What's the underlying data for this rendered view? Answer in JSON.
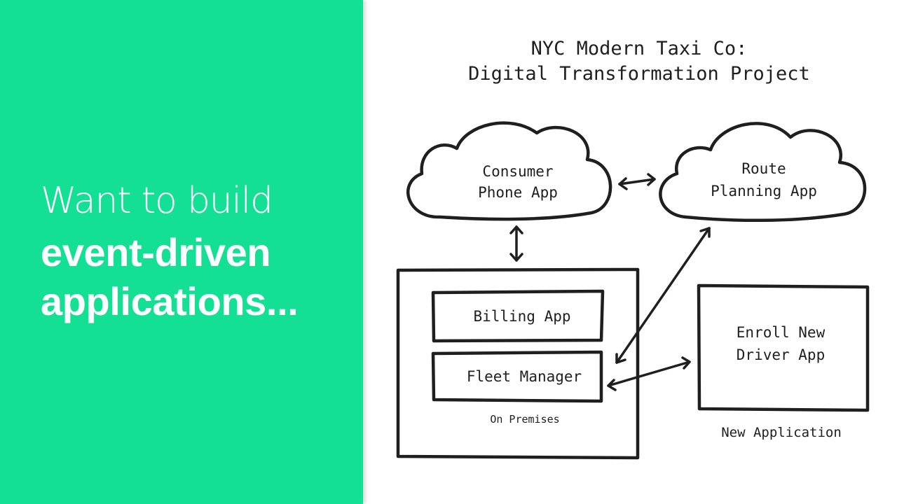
{
  "headline": {
    "line1": "Want to build",
    "line2": "event-driven",
    "line3": "applications..."
  },
  "diagram": {
    "title_line1": "NYC Modern Taxi Co:",
    "title_line2": "Digital Transformation Project",
    "consumer_app": [
      "Consumer",
      "Phone App"
    ],
    "route_app": [
      "Route",
      "Planning App"
    ],
    "billing_app": "Billing App",
    "fleet_manager": "Fleet Manager",
    "on_premises_label": "On Premises",
    "enroll_app": [
      "Enroll New",
      "Driver App"
    ],
    "new_application_label": "New Application"
  },
  "colors": {
    "panel_background": "#14e095",
    "headline_text": "#ffffff",
    "sketch_ink": "#1f1f1f"
  }
}
